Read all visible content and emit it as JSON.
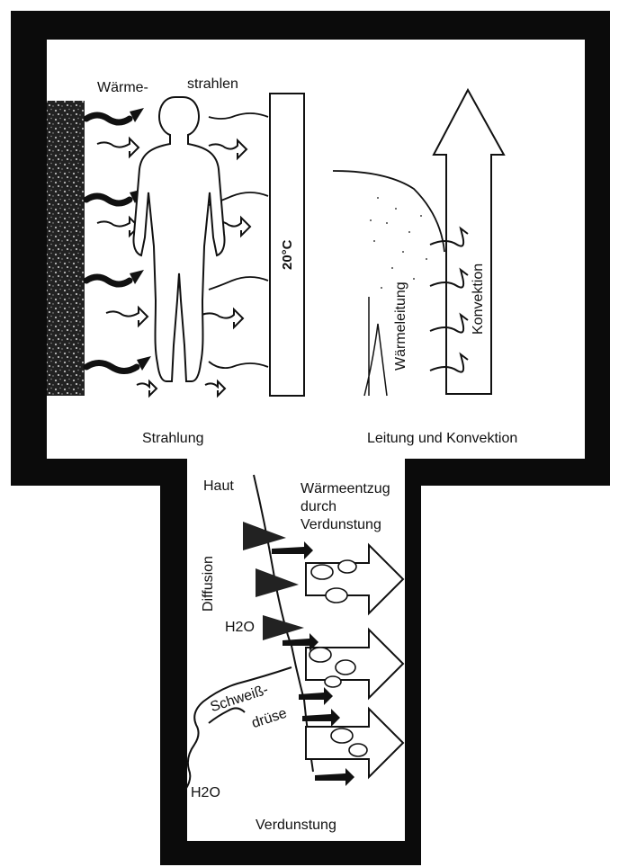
{
  "panels": {
    "radiation": {
      "label_waerme": "Wärme-",
      "label_strahlen": "strahlen",
      "wall_temp": "20°C",
      "caption": "Strahlung"
    },
    "conduction": {
      "label_conduction": "Wärmeleitung",
      "label_convection": "Konvektion",
      "caption": "Leitung und Konvektion"
    },
    "evaporation": {
      "label_skin": "Haut",
      "label_heat_line1": "Wärmeentzug",
      "label_heat_line2": "durch",
      "label_heat_line3": "Verdunstung",
      "label_diffusion": "Diffusion",
      "label_h2o_top": "H2O",
      "label_sweat": "Schweiß-",
      "label_gland": "drüse",
      "label_h2o_bottom": "H2O",
      "caption": "Verdunstung"
    }
  },
  "colors": {
    "frame": "#0b0b0b",
    "paper": "#ffffff",
    "ink": "#111111"
  },
  "icons": [
    "person-figure",
    "heat-source-wall",
    "wall-20c",
    "convection-arrow",
    "evaporation-arrow",
    "diffusion-drop"
  ]
}
